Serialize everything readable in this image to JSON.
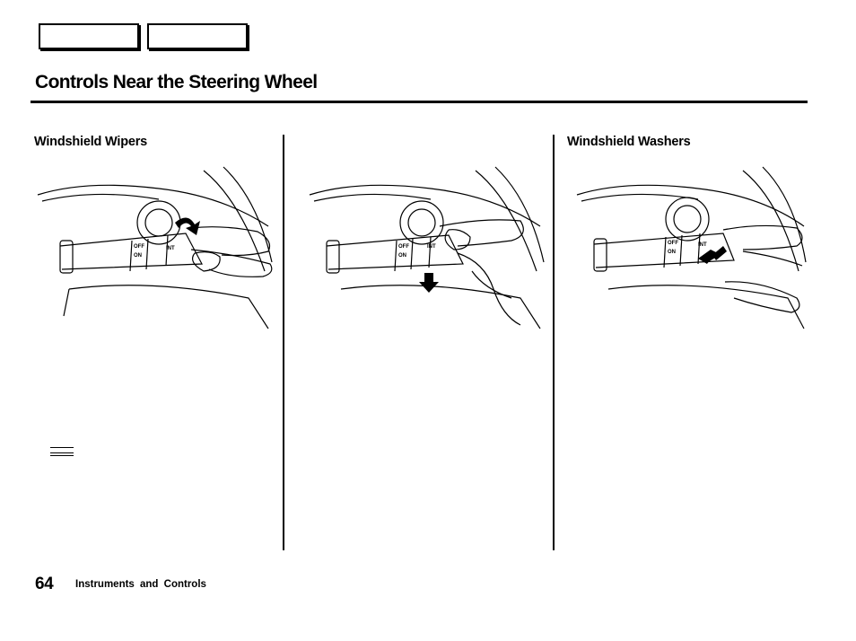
{
  "nav": {
    "prev_label": "",
    "next_label": ""
  },
  "header": {
    "title": "Controls Near the Steering Wheel"
  },
  "columns": [
    {
      "heading": "Windshield Wipers"
    },
    {
      "heading": ""
    },
    {
      "heading": "Windshield Washers"
    }
  ],
  "illustrations": [
    {
      "icon": "wiper-twist-arrow-icon",
      "switch_labels": [
        "OFF",
        "ON",
        "INT"
      ]
    },
    {
      "icon": "wiper-down-arrow-icon",
      "switch_labels": [
        "OFF",
        "ON",
        "INT"
      ]
    },
    {
      "icon": "washer-pull-arrow-icon",
      "switch_labels": [
        "OFF",
        "ON",
        "INT"
      ]
    }
  ],
  "footer": {
    "page_number": "64",
    "section": "Instruments and Controls"
  }
}
